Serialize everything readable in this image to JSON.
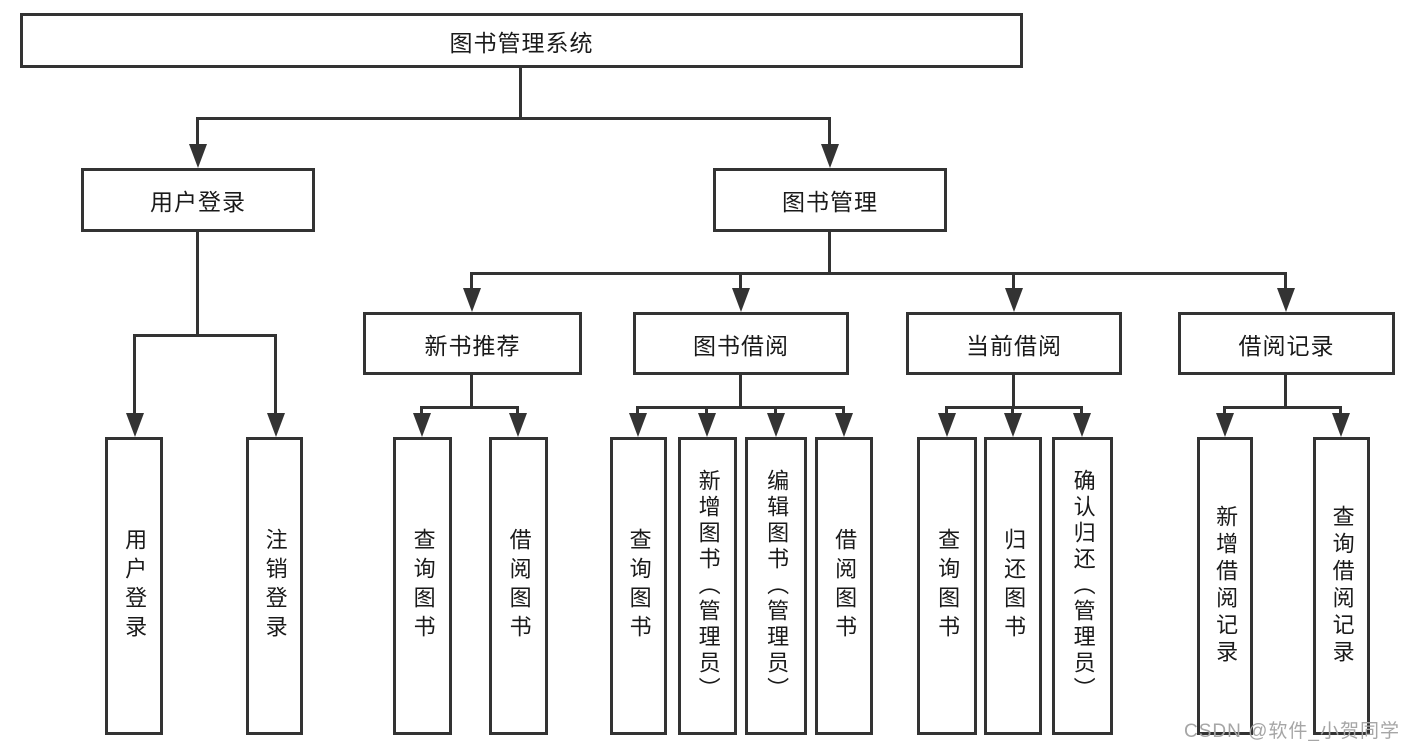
{
  "tree": {
    "root": {
      "label": "图书管理系统"
    },
    "branches": [
      {
        "label": "用户登录",
        "leaves": [
          {
            "label": "用户登录"
          },
          {
            "label": "注销登录"
          }
        ]
      },
      {
        "label": "图书管理",
        "children": [
          {
            "label": "新书推荐",
            "leaves": [
              {
                "label": "查询图书"
              },
              {
                "label": "借阅图书"
              }
            ]
          },
          {
            "label": "图书借阅",
            "leaves": [
              {
                "label": "查询图书"
              },
              {
                "label": "新增图书（管理员）"
              },
              {
                "label": "编辑图书（管理员）"
              },
              {
                "label": "借阅图书"
              }
            ]
          },
          {
            "label": "当前借阅",
            "leaves": [
              {
                "label": "查询图书"
              },
              {
                "label": "归还图书"
              },
              {
                "label": "确认归还（管理员）"
              }
            ]
          },
          {
            "label": "借阅记录",
            "leaves": [
              {
                "label": "新增借阅记录"
              },
              {
                "label": "查询借阅记录"
              }
            ]
          }
        ]
      }
    ]
  },
  "watermark": {
    "text": "CSDN @软件_小贺同学"
  },
  "colors": {
    "line": "#333333",
    "text": "#1a1a1a",
    "background": "#ffffff",
    "watermark": "#a6a6a6"
  }
}
